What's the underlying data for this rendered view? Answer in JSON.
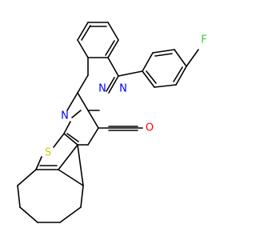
{
  "atoms": {
    "fluorine": {
      "symbol": "F",
      "color": "#33cc33"
    },
    "nitrogen_top": {
      "symbol": "N",
      "color": "#0000ff"
    },
    "nitrogen_ring": {
      "symbol": "N",
      "color": "#0000ff"
    },
    "nitrogen_left": {
      "symbol": "N",
      "color": "#0000ff"
    },
    "sulfur": {
      "symbol": "S",
      "color": "#cccc00"
    },
    "oxygen": {
      "symbol": "O",
      "color": "#ff0000"
    }
  },
  "colors": {
    "bond": "#000000",
    "background": "#ffffff"
  }
}
